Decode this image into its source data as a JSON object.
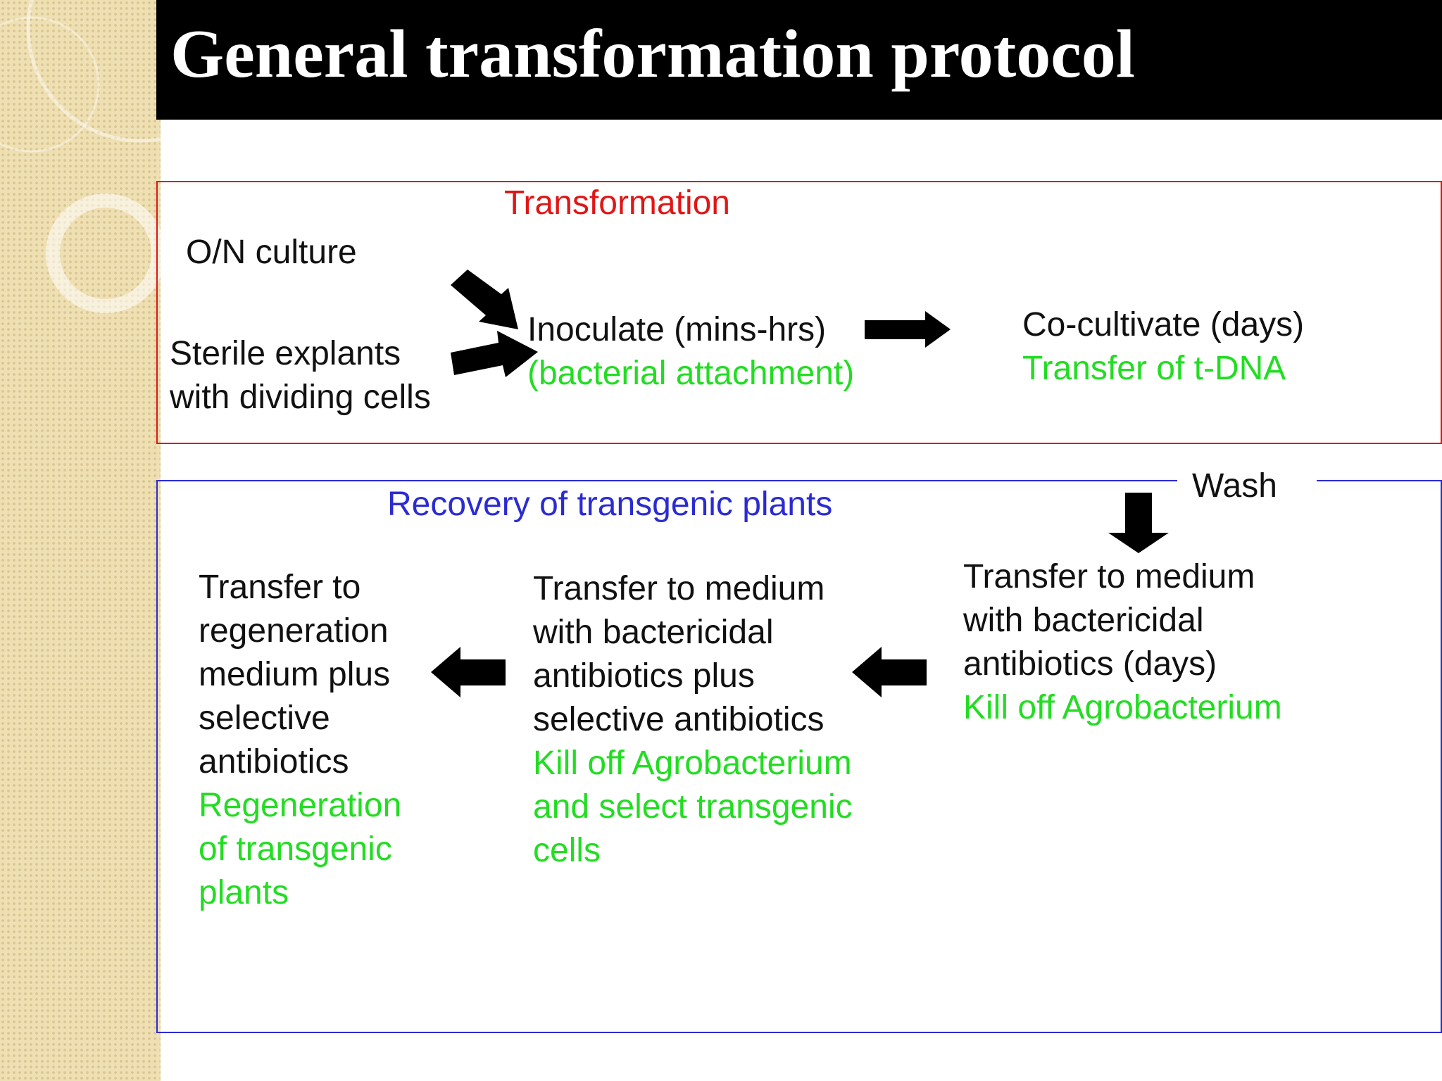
{
  "title": "General transformation protocol",
  "colors": {
    "title_bg": "#000000",
    "title_text": "#ffffff",
    "transformation": "#e01616",
    "recovery": "#2b2bd4",
    "outcome": "#22dd22",
    "text": "#111111",
    "strip": "#efe0b4"
  },
  "transformation": {
    "label": "Transformation",
    "on_culture": "O/N culture",
    "explants": [
      "Sterile explants",
      "with dividing cells"
    ],
    "inoculate": {
      "action": "Inoculate (mins-hrs)",
      "result": "(bacterial attachment)"
    },
    "cocultivate": {
      "action": "Co-cultivate (days)",
      "result": "Transfer of t-DNA"
    }
  },
  "wash": "Wash",
  "recovery": {
    "label": "Recovery of transgenic plants",
    "step1": {
      "lines": [
        "Transfer to medium",
        "with bactericidal",
        "antibiotics (days)"
      ],
      "result": [
        "Kill off Agrobacterium"
      ]
    },
    "step2": {
      "lines": [
        "Transfer to medium",
        "with bactericidal",
        "antibiotics plus",
        "selective antibiotics"
      ],
      "result": [
        "Kill off Agrobacterium",
        "and select transgenic",
        "cells"
      ]
    },
    "step3": {
      "lines": [
        "Transfer to",
        "regeneration",
        "medium plus",
        "selective",
        "antibiotics"
      ],
      "result": [
        "Regeneration",
        "of transgenic",
        "plants"
      ]
    }
  }
}
